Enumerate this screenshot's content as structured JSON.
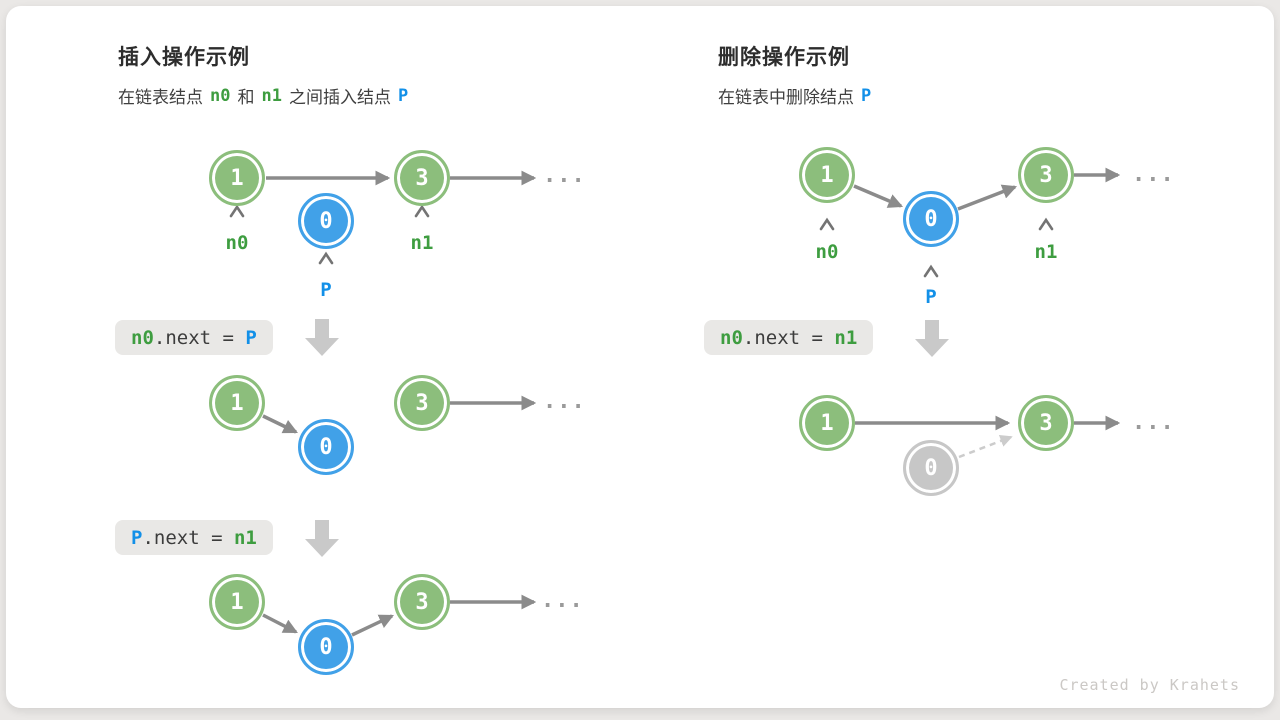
{
  "left": {
    "title": "插入操作示例",
    "subtitle": {
      "t1": "在链表结点",
      "n0": "n0",
      "t2": "和",
      "n1": "n1",
      "t3": "之间插入结点",
      "p": "P"
    },
    "d1": {
      "v1": "1",
      "v0": "0",
      "v3": "3",
      "n0": "n0",
      "n1": "n1",
      "p": "P",
      "dots": "..."
    },
    "code1": {
      "a": "n0",
      "op": ".next = ",
      "b": "P"
    },
    "d2": {
      "v1": "1",
      "v0": "0",
      "v3": "3",
      "dots": "..."
    },
    "code2": {
      "a": "P",
      "op": ".next = ",
      "b": "n1"
    },
    "d3": {
      "v1": "1",
      "v0": "0",
      "v3": "3",
      "dots": "..."
    }
  },
  "right": {
    "title": "删除操作示例",
    "subtitle": {
      "t1": "在链表中删除结点",
      "p": "P"
    },
    "d1": {
      "v1": "1",
      "v0": "0",
      "v3": "3",
      "n0": "n0",
      "n1": "n1",
      "p": "P",
      "dots": "..."
    },
    "code1": {
      "a": "n0",
      "op": ".next = ",
      "b": "n1"
    },
    "d2": {
      "v1": "1",
      "v0": "0",
      "v3": "3",
      "dots": "..."
    }
  },
  "footer": {
    "credit": "Created by Krahets"
  },
  "colors": {
    "node_green": "#8CBE7C",
    "node_blue": "#41A1E8",
    "node_gray": "#C7C7C7",
    "text_green": "#3E9D40",
    "text_blue": "#1290E8",
    "arrow_gray": "#8B8B8B",
    "arrow_dashed": "#CCCCCC",
    "block_arrow": "#C9C9C9",
    "code_bg": "#E9E8E6",
    "card_bg": "#FFFFFF",
    "page_bg": "#EAE8E6"
  }
}
